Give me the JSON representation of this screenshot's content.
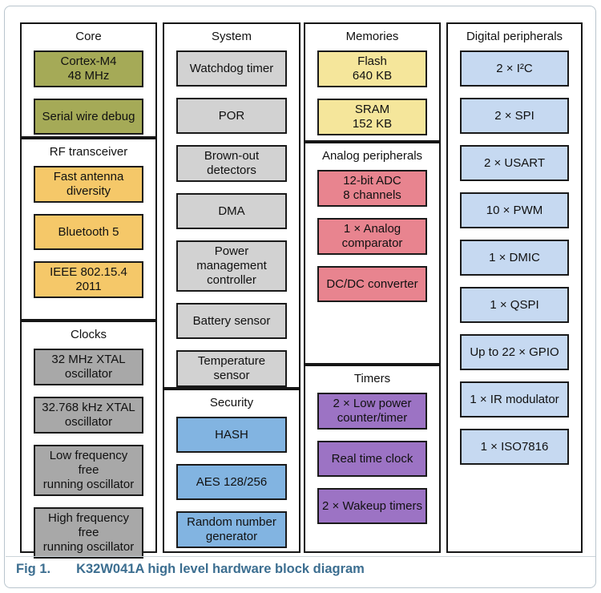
{
  "figure": {
    "fig_label": "Fig 1.",
    "title": "K32W041A high level hardware block diagram"
  },
  "colors": {
    "core": "#a5aa57",
    "rf": "#f5c869",
    "clocks": "#a8a8a8",
    "system": "#d2d2d2",
    "security": "#82b4e1",
    "memories": "#f5e69b",
    "analog": "#e8848f",
    "timers": "#9c73c4",
    "digital": "#c6d9f1",
    "caption_text": "#3c6e90",
    "block_border": "#1a1a1a"
  },
  "columns": [
    {
      "sections": [
        {
          "key": "core",
          "title": "Core",
          "blocks": [
            "Cortex-M4\n48 MHz",
            "Serial wire debug"
          ]
        },
        {
          "key": "rf",
          "title": "RF transceiver",
          "blocks": [
            "Fast antenna\ndiversity",
            "Bluetooth 5",
            "IEEE 802.15.4\n2011"
          ]
        },
        {
          "key": "clocks",
          "title": "Clocks",
          "blocks": [
            "32 MHz XTAL\noscillator",
            "32.768 kHz XTAL\noscillator",
            "Low frequency free\nrunning oscillator",
            "High frequency free\nrunning oscillator"
          ]
        }
      ]
    },
    {
      "sections": [
        {
          "key": "system",
          "title": "System",
          "blocks": [
            "Watchdog timer",
            "POR",
            "Brown-out\ndetectors",
            "DMA",
            "Power\nmanagement\ncontroller",
            "Battery sensor",
            "Temperature\nsensor"
          ]
        },
        {
          "key": "security",
          "title": "Security",
          "blocks": [
            "HASH",
            "AES 128/256",
            "Random number\ngenerator"
          ]
        }
      ]
    },
    {
      "sections": [
        {
          "key": "memories",
          "title": "Memories",
          "blocks": [
            "Flash\n640 KB",
            "SRAM\n152 KB"
          ]
        },
        {
          "key": "analog",
          "title": "Analog peripherals",
          "blocks": [
            "12-bit ADC\n8 channels",
            "1 × Analog\ncomparator",
            "DC/DC converter"
          ]
        },
        {
          "key": "timers",
          "title": "Timers",
          "blocks": [
            "2 × Low power\ncounter/timer",
            "Real time clock",
            "2 × Wakeup timers"
          ]
        }
      ]
    },
    {
      "sections": [
        {
          "key": "digital",
          "title": "Digital peripherals",
          "blocks": [
            "2 × I²C",
            "2 × SPI",
            "2 × USART",
            "10 × PWM",
            "1 × DMIC",
            "1 × QSPI",
            "Up to 22 × GPIO",
            "1 × IR modulator",
            "1 × ISO7816"
          ]
        }
      ]
    }
  ]
}
